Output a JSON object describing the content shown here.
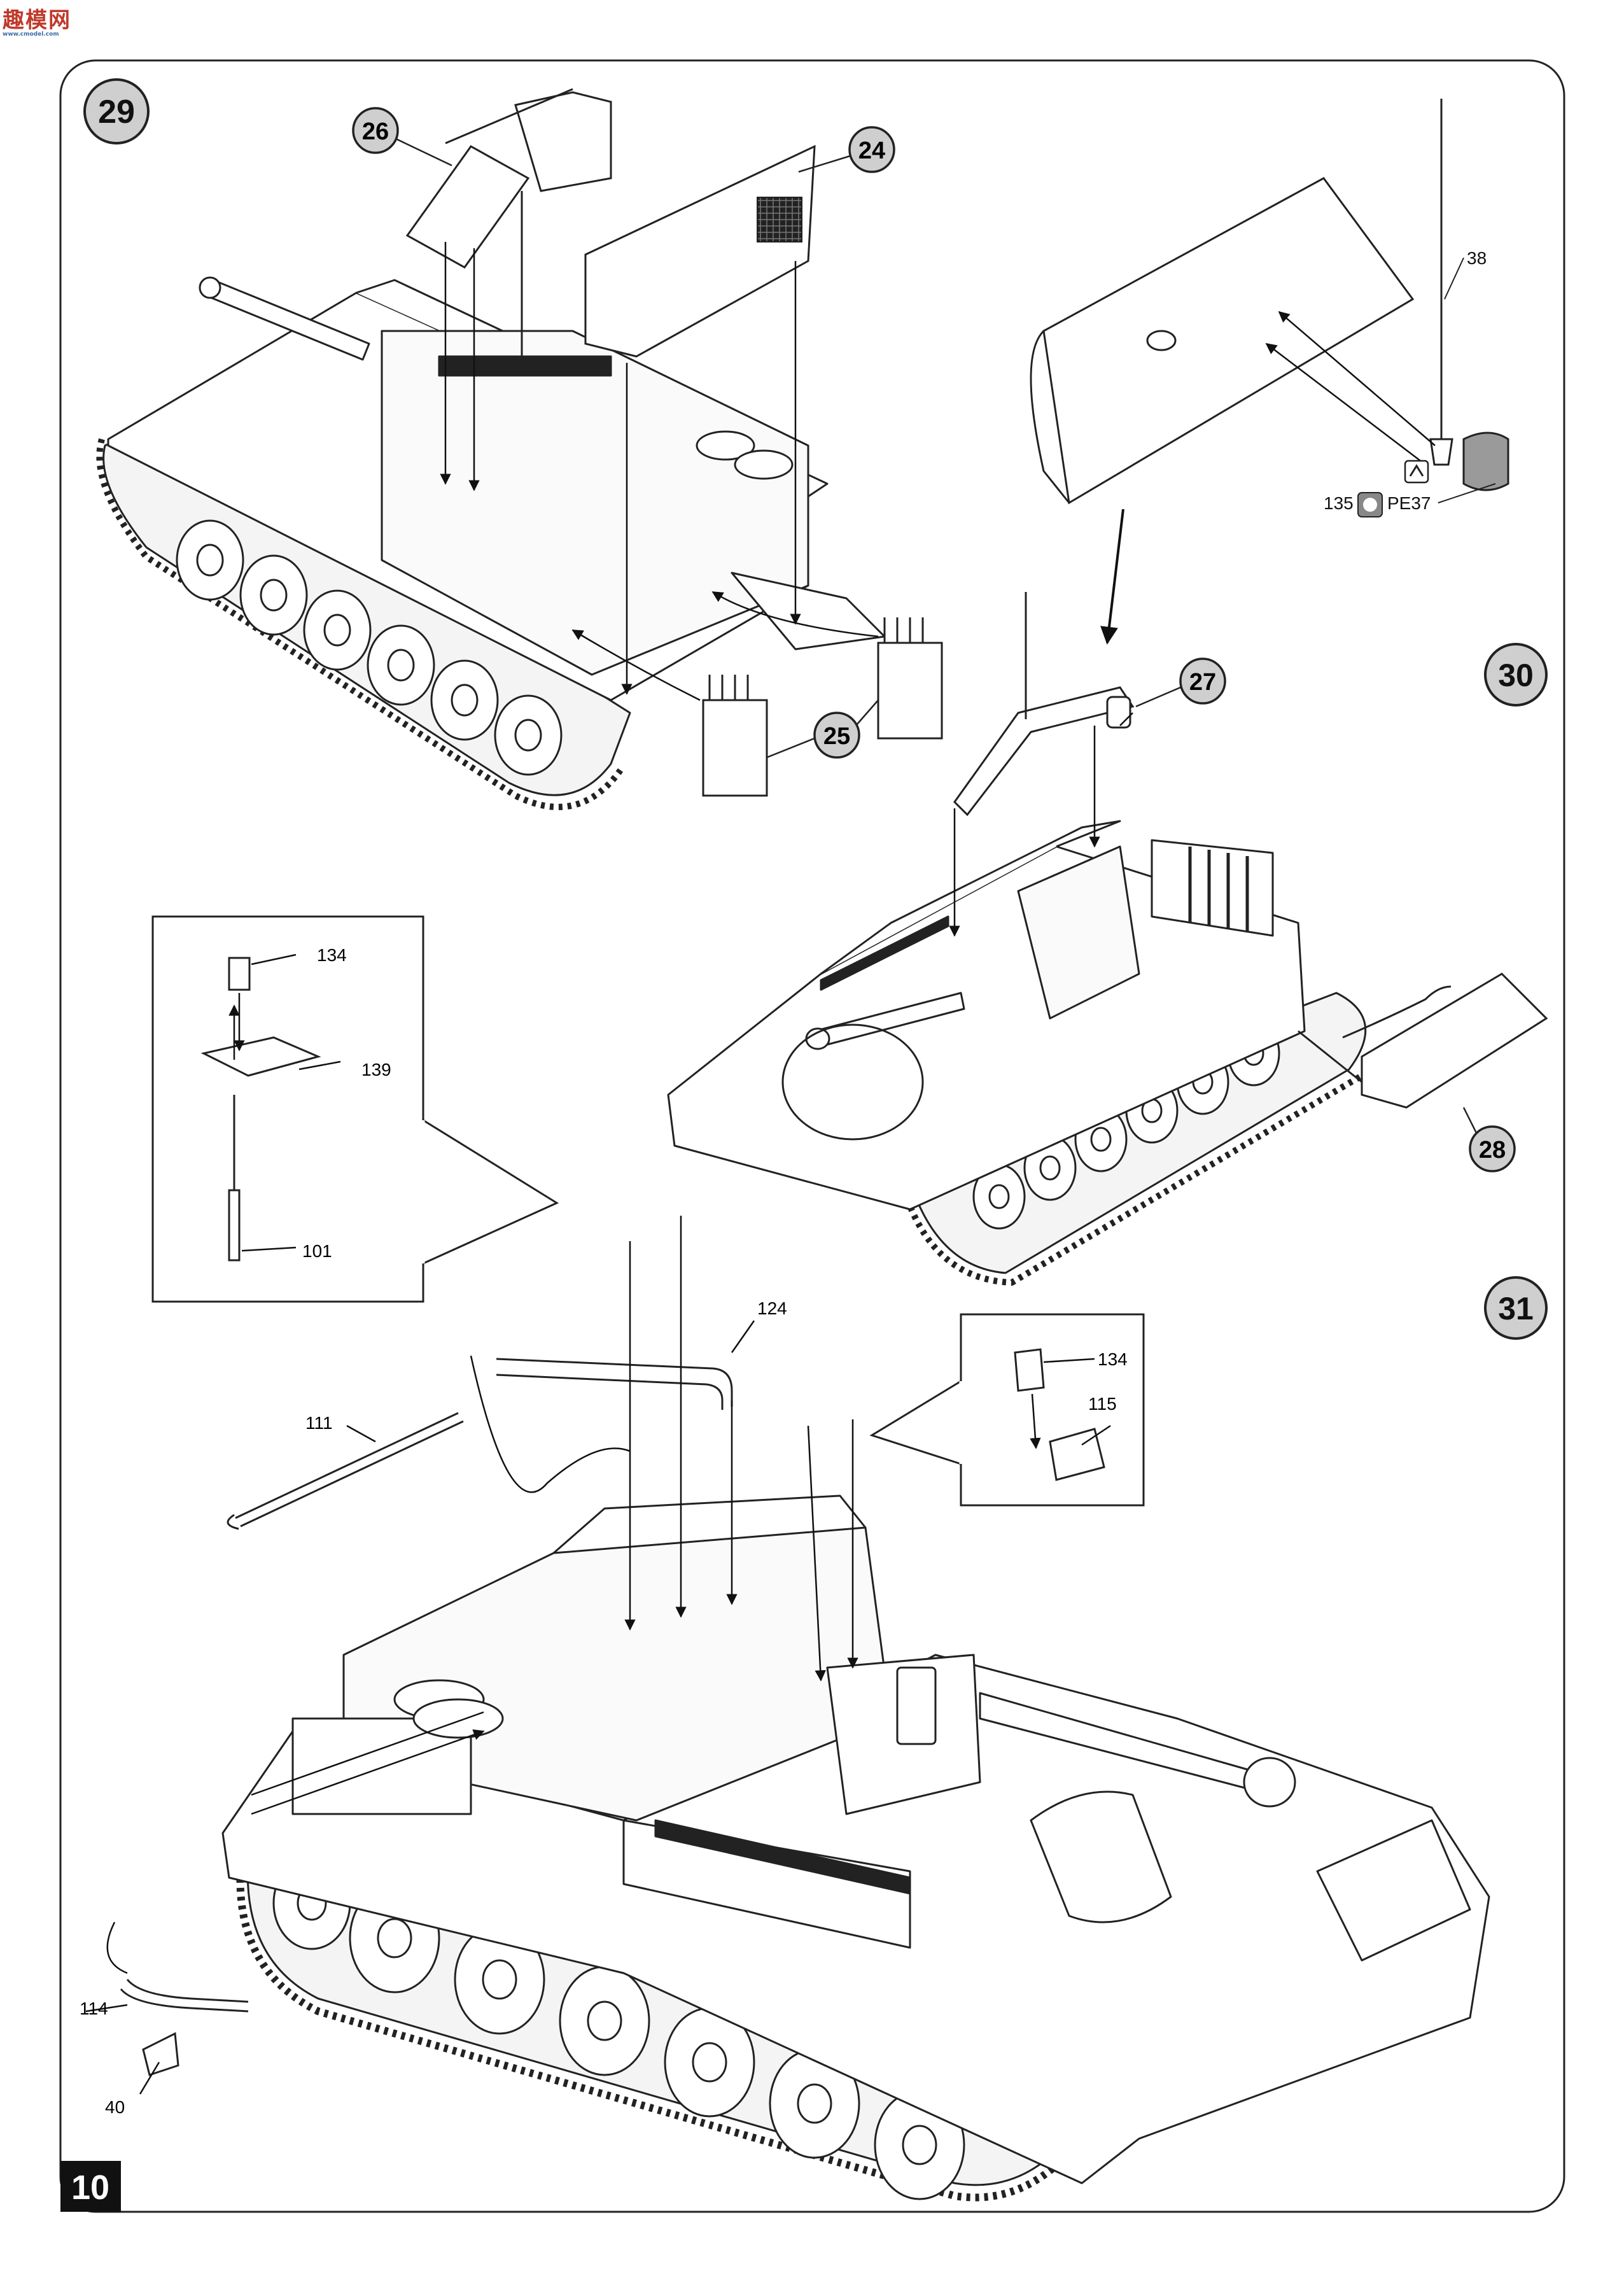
{
  "watermark": {
    "text": "趣模网",
    "subtext": "www.cmodel.com"
  },
  "page_number": "10",
  "steps": [
    {
      "number": "29"
    },
    {
      "number": "30"
    },
    {
      "number": "31"
    }
  ],
  "callouts_circled": [
    "26",
    "24",
    "25",
    "27",
    "28"
  ],
  "part_labels": [
    "38",
    "135",
    "PE37",
    "134",
    "139",
    "101",
    "124",
    "111",
    "134",
    "115",
    "114",
    "40"
  ],
  "icons": [
    "photo-etch-icon",
    "bend-icon"
  ]
}
